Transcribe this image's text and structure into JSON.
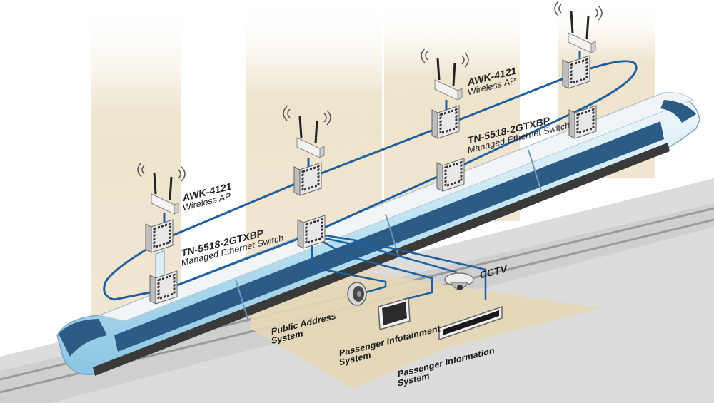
{
  "devices": {
    "ap_model": "AWK-4121",
    "ap_desc": "Wireless AP",
    "switch_model": "TN-5518-2GTXBP",
    "switch_desc": "Managed Ethernet Switch"
  },
  "systems": {
    "cctv": "CCTV",
    "pa_line1": "Public Address",
    "pa_line2": "System",
    "pis_line1": "Passenger Infotainment",
    "pis_line2": "System",
    "pinfo_line1": "Passenger Information",
    "pinfo_line2": "System"
  },
  "colors": {
    "ring": "#1f5f9e",
    "train_body": "#bfe3f3",
    "train_window": "#2c5c86",
    "beam": "#ede1c9",
    "floor": "#e5d7b6",
    "ground": "#dcdcdc"
  }
}
